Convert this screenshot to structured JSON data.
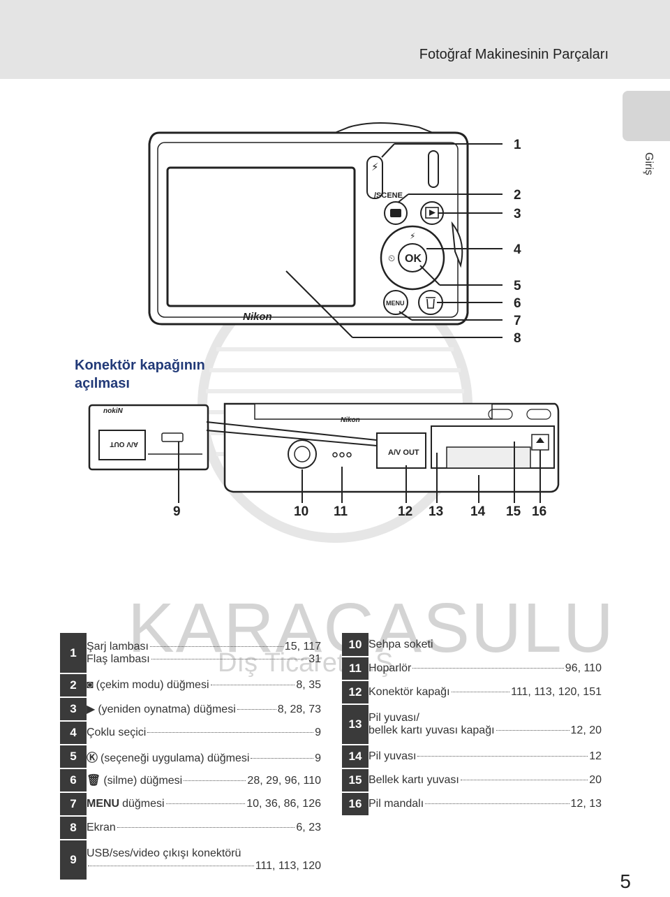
{
  "header": {
    "title": "Fotoğraf Makinesinin Parçaları"
  },
  "side_tab": {
    "label": "Giriş"
  },
  "watermark": {
    "text": "KARACASULU",
    "sub": "Dış Ticaret A.Ş."
  },
  "camera": {
    "brand": "Nikon",
    "scene_label": "/SCENE",
    "menu_label": "MENU",
    "ok_label": "OK",
    "av_out": "A/V OUT"
  },
  "connector_section": {
    "title_line1": "Konektör kapağının",
    "title_line2": "açılması"
  },
  "callouts_top": [
    "1",
    "2",
    "3",
    "4",
    "5",
    "6",
    "7",
    "8"
  ],
  "callouts_bottom": [
    "9",
    "10",
    "11",
    "12",
    "13",
    "14",
    "15",
    "16"
  ],
  "parts_left": [
    {
      "num": "1",
      "lines": [
        {
          "icon": "",
          "label": "Şarj lambası",
          "pages": "15, 117"
        },
        {
          "icon": "",
          "label": "Flaş lambası",
          "pages": "31"
        }
      ]
    },
    {
      "num": "2",
      "lines": [
        {
          "icon": "camera-icon",
          "label": "(çekim modu) düğmesi",
          "pages": "8, 35"
        }
      ]
    },
    {
      "num": "3",
      "lines": [
        {
          "icon": "play-icon",
          "label": "(yeniden oynatma) düğmesi",
          "pages": "8, 28, 73"
        }
      ]
    },
    {
      "num": "4",
      "lines": [
        {
          "icon": "",
          "label": "Çoklu seçici",
          "pages": "9"
        }
      ]
    },
    {
      "num": "5",
      "lines": [
        {
          "icon": "ok-icon",
          "label": "(seçeneği uygulama) düğmesi",
          "pages": "9"
        }
      ]
    },
    {
      "num": "6",
      "lines": [
        {
          "icon": "trash-icon",
          "label": "(silme) düğmesi",
          "pages": "28, 29, 96, 110"
        }
      ]
    },
    {
      "num": "7",
      "lines": [
        {
          "icon": "menu-icon",
          "label": "düğmesi",
          "pages": "10, 36, 86, 126"
        }
      ]
    },
    {
      "num": "8",
      "lines": [
        {
          "icon": "",
          "label": "Ekran",
          "pages": "6, 23"
        }
      ]
    },
    {
      "num": "9",
      "lines": [
        {
          "icon": "",
          "label": "USB/ses/video çıkışı konektörü",
          "pages": ""
        },
        {
          "icon": "",
          "label": "",
          "pages": "111, 113, 120"
        }
      ]
    }
  ],
  "parts_right": [
    {
      "num": "10",
      "lines": [
        {
          "icon": "",
          "label": "Sehpa soketi",
          "pages": ""
        }
      ]
    },
    {
      "num": "11",
      "lines": [
        {
          "icon": "",
          "label": "Hoparlör",
          "pages": "96, 110"
        }
      ]
    },
    {
      "num": "12",
      "lines": [
        {
          "icon": "",
          "label": "Konektör kapağı",
          "pages": "111, 113, 120, 151"
        }
      ]
    },
    {
      "num": "13",
      "lines": [
        {
          "icon": "",
          "label": "Pil yuvası/",
          "pages": ""
        },
        {
          "icon": "",
          "label": "bellek kartı yuvası kapağı",
          "pages": "12, 20"
        }
      ]
    },
    {
      "num": "14",
      "lines": [
        {
          "icon": "",
          "label": "Pil yuvası",
          "pages": "12"
        }
      ]
    },
    {
      "num": "15",
      "lines": [
        {
          "icon": "",
          "label": "Bellek kartı yuvası",
          "pages": "20"
        }
      ]
    },
    {
      "num": "16",
      "lines": [
        {
          "icon": "",
          "label": "Pil mandalı",
          "pages": "12, 13"
        }
      ]
    }
  ],
  "page_number": "5"
}
